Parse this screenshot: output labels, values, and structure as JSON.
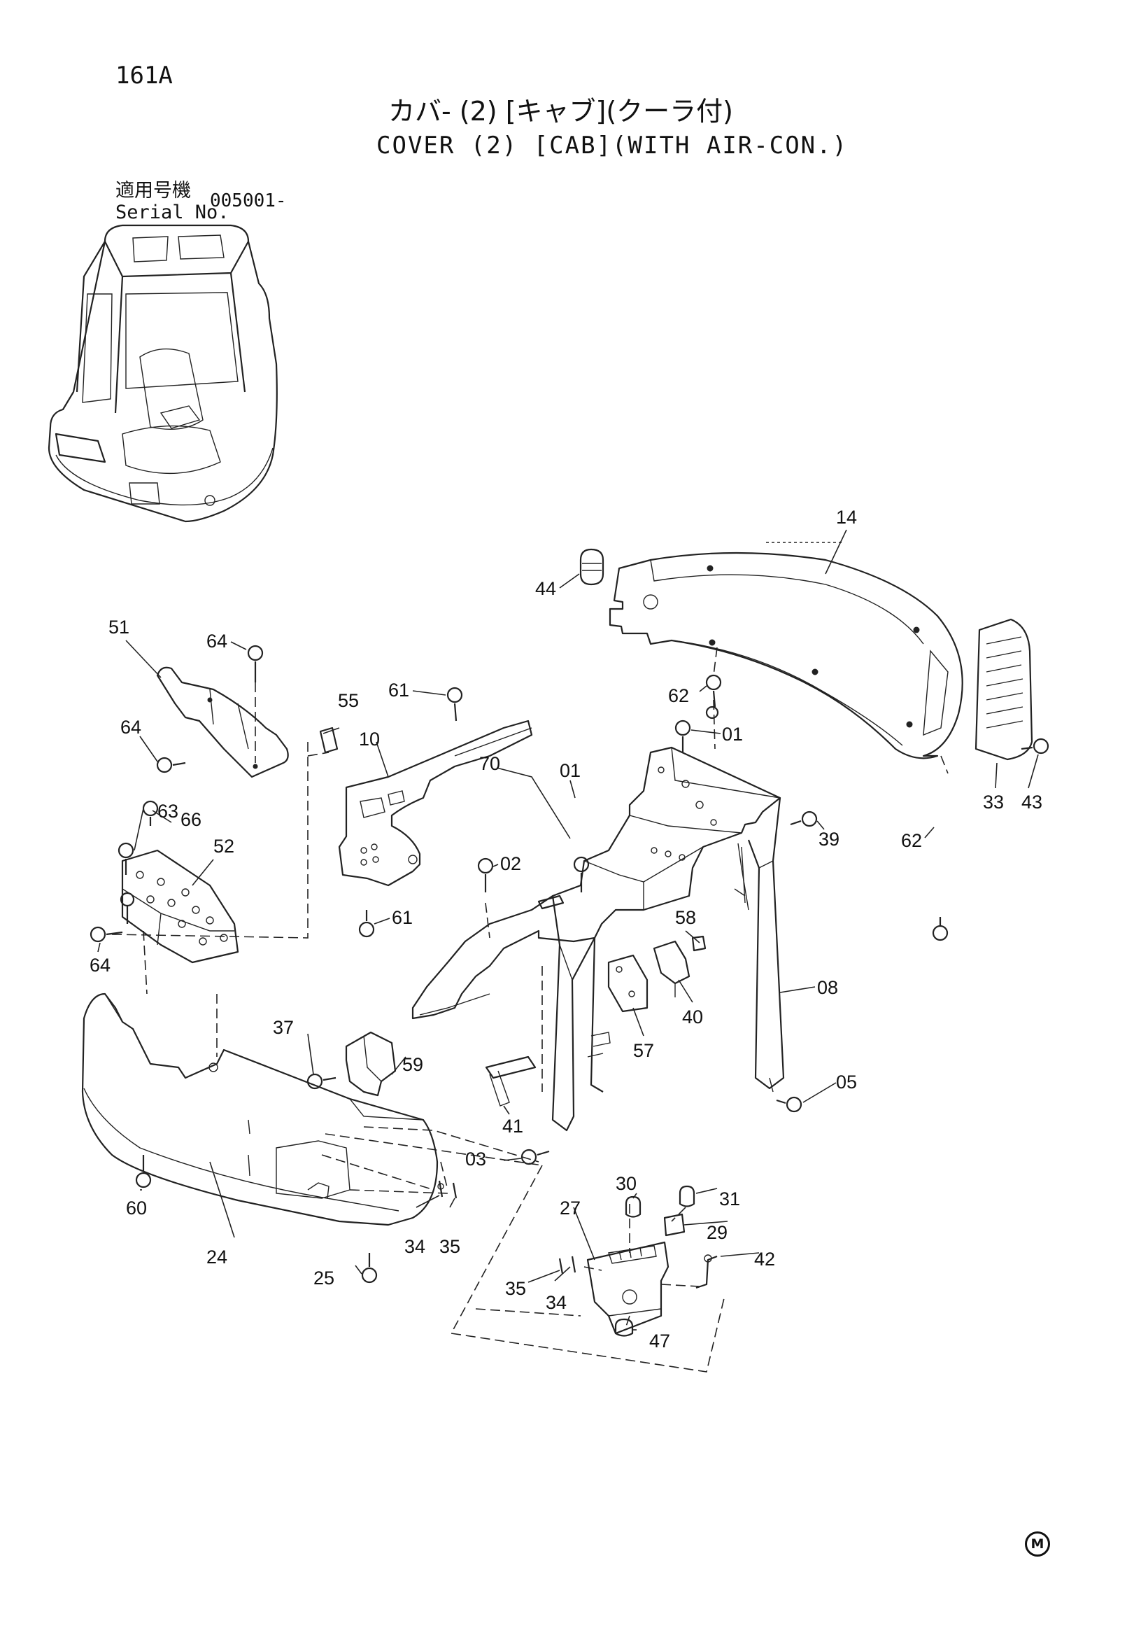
{
  "header": {
    "page_code": "161A",
    "title_jp": "カバ- (2) [キャブ](クーラ付)",
    "title_en": "COVER (2) [CAB](WITH AIR-CON.)",
    "serial_label_jp": "適用号機",
    "serial_label_en": "Serial No.",
    "serial_value": "005001-"
  },
  "footer": {
    "mark": "M"
  },
  "callouts": [
    {
      "id": "c14",
      "text": "14"
    },
    {
      "id": "c44",
      "text": "44"
    },
    {
      "id": "c51",
      "text": "51"
    },
    {
      "id": "c64a",
      "text": "64"
    },
    {
      "id": "c61a",
      "text": "61"
    },
    {
      "id": "c55",
      "text": "55"
    },
    {
      "id": "c62a",
      "text": "62"
    },
    {
      "id": "c01a",
      "text": "01"
    },
    {
      "id": "c64b",
      "text": "64"
    },
    {
      "id": "c10",
      "text": "10"
    },
    {
      "id": "c63",
      "text": "63"
    },
    {
      "id": "c66",
      "text": "66"
    },
    {
      "id": "c52",
      "text": "52"
    },
    {
      "id": "c70",
      "text": "70"
    },
    {
      "id": "c01b",
      "text": "01"
    },
    {
      "id": "c02",
      "text": "02"
    },
    {
      "id": "c39",
      "text": "39"
    },
    {
      "id": "c62b",
      "text": "62"
    },
    {
      "id": "c33",
      "text": "33"
    },
    {
      "id": "c43",
      "text": "43"
    },
    {
      "id": "c61b",
      "text": "61"
    },
    {
      "id": "c64c",
      "text": "64"
    },
    {
      "id": "c58",
      "text": "58"
    },
    {
      "id": "c08",
      "text": "08"
    },
    {
      "id": "c40",
      "text": "40"
    },
    {
      "id": "c57",
      "text": "57"
    },
    {
      "id": "c37",
      "text": "37"
    },
    {
      "id": "c59",
      "text": "59"
    },
    {
      "id": "c05",
      "text": "05"
    },
    {
      "id": "c41",
      "text": "41"
    },
    {
      "id": "c03",
      "text": "03"
    },
    {
      "id": "c60",
      "text": "60"
    },
    {
      "id": "c30",
      "text": "30"
    },
    {
      "id": "c31",
      "text": "31"
    },
    {
      "id": "c27",
      "text": "27"
    },
    {
      "id": "c29",
      "text": "29"
    },
    {
      "id": "c34a",
      "text": "34"
    },
    {
      "id": "c35a",
      "text": "35"
    },
    {
      "id": "c42",
      "text": "42"
    },
    {
      "id": "c24",
      "text": "24"
    },
    {
      "id": "c25",
      "text": "25"
    },
    {
      "id": "c35b",
      "text": "35"
    },
    {
      "id": "c34b",
      "text": "34"
    },
    {
      "id": "c47",
      "text": "47"
    }
  ]
}
